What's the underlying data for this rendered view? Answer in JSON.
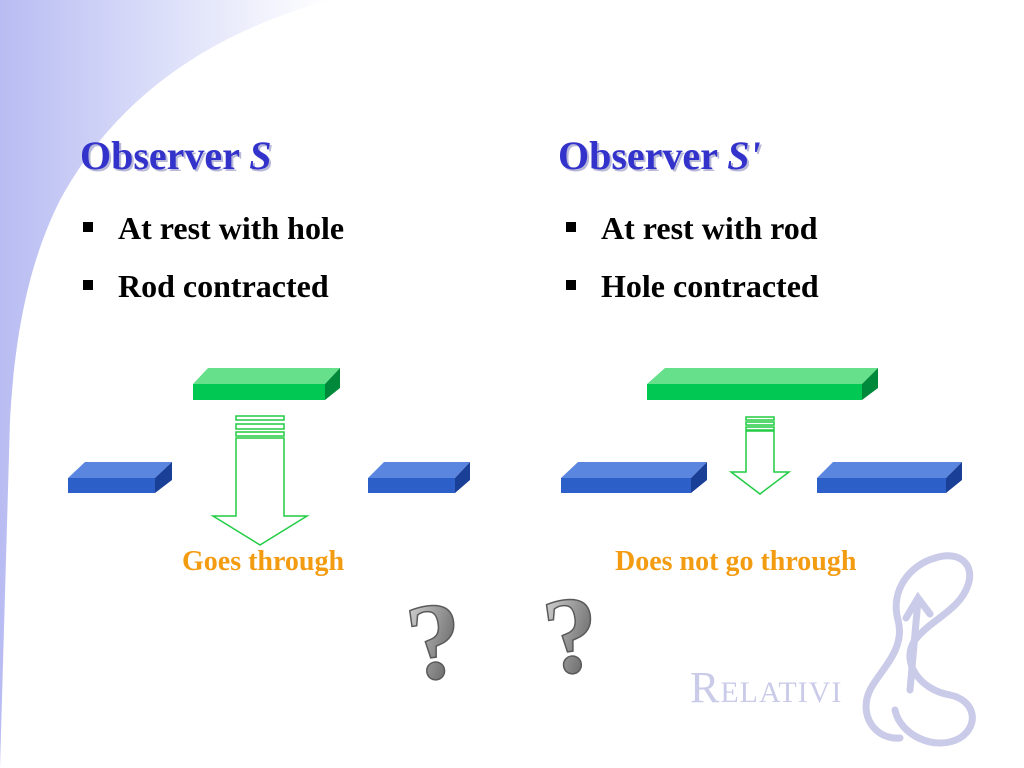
{
  "left": {
    "heading": {
      "text": "Observer ",
      "var": "S"
    },
    "bullets": [
      "At rest with hole",
      "Rod contracted"
    ],
    "caption": "Goes through"
  },
  "right": {
    "heading": {
      "text": "Observer ",
      "var": "S'"
    },
    "bullets": [
      "At rest with rod",
      "Hole contracted"
    ],
    "caption": "Does not go through"
  },
  "question_marks": [
    "?",
    "?"
  ],
  "watermark": {
    "first": "R",
    "rest": "ELATIVI"
  },
  "colors": {
    "heading": "#3333cc",
    "caption": "#f39c12",
    "rod": "#00c853",
    "wall": "#2d5fc8",
    "arrow": "#22cc44"
  }
}
